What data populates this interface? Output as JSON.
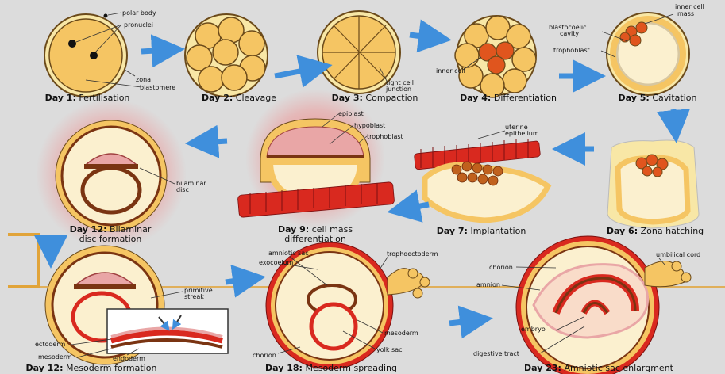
{
  "stages": [
    {
      "id": "day1",
      "day": "Day 1:",
      "name": "Fertilisation"
    },
    {
      "id": "day2",
      "day": "Day 2:",
      "name": "Cleavage"
    },
    {
      "id": "day3",
      "day": "Day 3:",
      "name": "Compaction"
    },
    {
      "id": "day4",
      "day": "Day 4:",
      "name": "Differentiation"
    },
    {
      "id": "day5",
      "day": "Day 5:",
      "name": "Cavitation"
    },
    {
      "id": "day6",
      "day": "Day 6:",
      "name": "Zona hatching"
    },
    {
      "id": "day7",
      "day": "Day 7:",
      "name": "Implantation"
    },
    {
      "id": "day9",
      "day": "Day 9:",
      "name": "cell mass",
      "name2": "differentiation"
    },
    {
      "id": "day12a",
      "day": "Day 12:",
      "name": "Bilaminar",
      "name2": "disc formation"
    },
    {
      "id": "day12b",
      "day": "Day 12:",
      "name": "Mesoderm formation"
    },
    {
      "id": "day18",
      "day": "Day 18:",
      "name": "Mesoderm spreading"
    },
    {
      "id": "day23",
      "day": "Day 23:",
      "name": "Amniotic sac enlargment"
    }
  ],
  "labels": {
    "polar_body": "polar body",
    "pronuclei": "pronuclei",
    "zona": "zona",
    "blastomere": "blastomere",
    "tight_cell_1": "tight cell",
    "tight_cell_2": "junction",
    "inner_cell": "inner cell",
    "inner_cell_mass_1": "inner cell",
    "inner_cell_mass_2": "mass",
    "blastocoelic_1": "blastocoelic",
    "blastocoelic_2": "cavity",
    "trophoblast": "trophoblast",
    "epiblast": "epiblast",
    "hypoblast": "hypoblast",
    "trophoblast2": "trophoblast",
    "uterine_1": "uterine",
    "uterine_2": "epithelium",
    "bilaminar_1": "bilaminar",
    "bilaminar_2": "disc",
    "primitive_1": "primitive",
    "primitive_2": "streak",
    "ectoderm": "ectoderm",
    "mesoderm": "mesoderm",
    "endoderm": "endoderm",
    "amniotic_sac": "amniotic sac",
    "exocoelom": "exocoelom",
    "trophoectoderm": "trophoectoderm",
    "mesoderm2": "mesoderm",
    "yolk_sac": "yolk sac",
    "chorion": "chorion",
    "chorion2": "chorion",
    "umbilical_cord": "umbilical cord",
    "amnion": "amnion",
    "embryo": "embryo",
    "digestive_tract": "digestive tract"
  },
  "colors": {
    "cell_fill": "#f5c563",
    "cell_stroke": "#6b4a1a",
    "icm": "#e0551e",
    "cream": "#fbf0cf",
    "arrow": "#3f8fdc",
    "red_cell": "#d9291f",
    "brown": "#7a3412",
    "pink": "#e9a6a6",
    "guide": "#e1a43a"
  }
}
